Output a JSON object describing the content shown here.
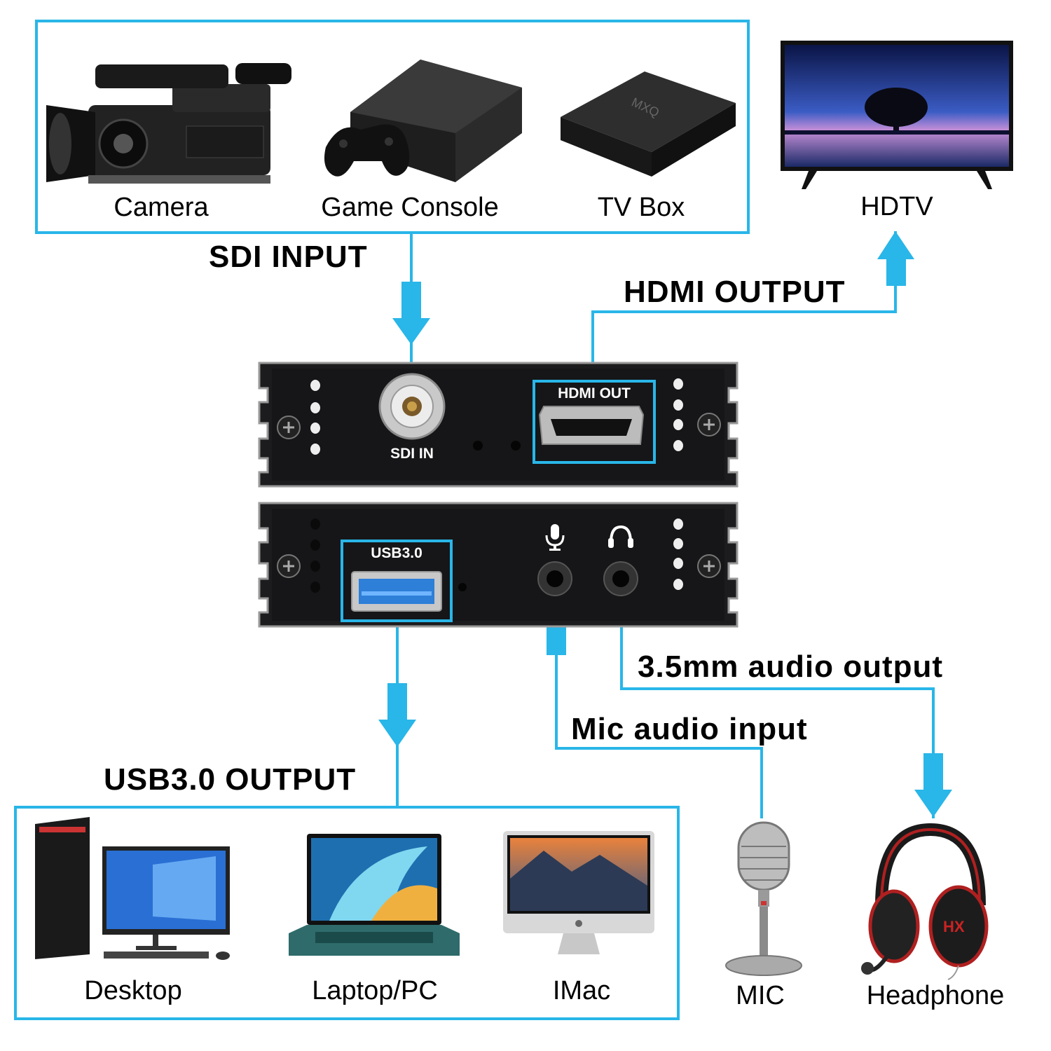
{
  "inputs": {
    "title": "SDI INPUT",
    "devices": [
      {
        "label": "Camera",
        "icon": "camera-icon"
      },
      {
        "label": "Game Console",
        "icon": "game-console-icon"
      },
      {
        "label": "TV Box",
        "icon": "tv-box-icon"
      }
    ]
  },
  "hdtv": {
    "label": "HDTV",
    "icon": "hdtv-icon"
  },
  "hdmi_output": {
    "title": "HDMI OUTPUT"
  },
  "device_front": {
    "sdi_port_label": "SDI IN",
    "hdmi_port_label": "HDMI OUT"
  },
  "device_back": {
    "usb_port_label": "USB3.0",
    "mic_icon": "microphone-icon",
    "headphone_icon": "headphone-icon"
  },
  "audio_output": {
    "title": "3.5mm audio output"
  },
  "mic_input": {
    "title": "Mic audio input"
  },
  "usb_output": {
    "title": "USB3.0 OUTPUT",
    "devices": [
      {
        "label": "Desktop",
        "icon": "desktop-icon"
      },
      {
        "label": "Laptop/PC",
        "icon": "laptop-icon"
      },
      {
        "label": "IMac",
        "icon": "imac-icon"
      }
    ]
  },
  "mic": {
    "label": "MIC",
    "icon": "microphone-icon"
  },
  "headphone": {
    "label": "Headphone",
    "icon": "headphone-icon"
  },
  "colors": {
    "accent": "#29b6e8",
    "device": "#1c1c1e"
  }
}
